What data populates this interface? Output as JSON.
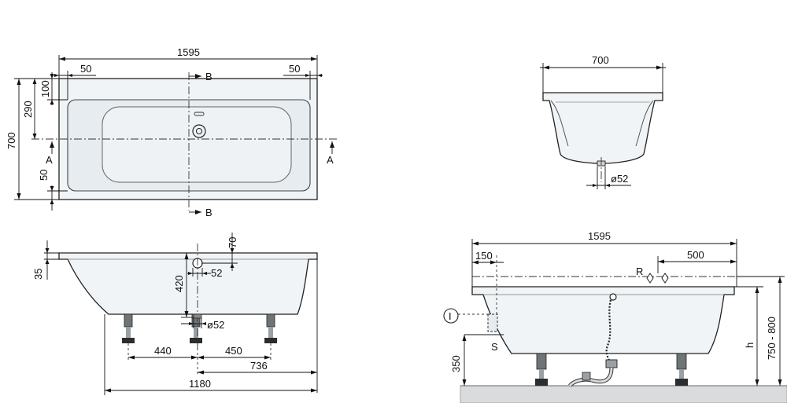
{
  "top_view": {
    "width": "1595",
    "margin_left": "50",
    "margin_right": "50",
    "depth": "700",
    "offset_290": "290",
    "offset_100": "100",
    "offset_50": "50",
    "section_a": "A",
    "section_b": "B"
  },
  "end_view": {
    "width": "700",
    "drain_dia": "ø52"
  },
  "side_view": {
    "rim": "35",
    "overflow_from_top": "70",
    "overflow_depth": "420",
    "overflow_dia": "52",
    "drain_dia": "ø52",
    "leg_spacing_1": "440",
    "leg_spacing_2": "450",
    "drain_to_end": "736",
    "leg_span": "1180"
  },
  "install_view": {
    "width": "1595",
    "offset_150": "150",
    "offset_500": "500",
    "label_r": "R",
    "label_i": "I",
    "label_s": "S",
    "height_350": "350",
    "label_h": "h",
    "height_range": "750 - 800"
  }
}
